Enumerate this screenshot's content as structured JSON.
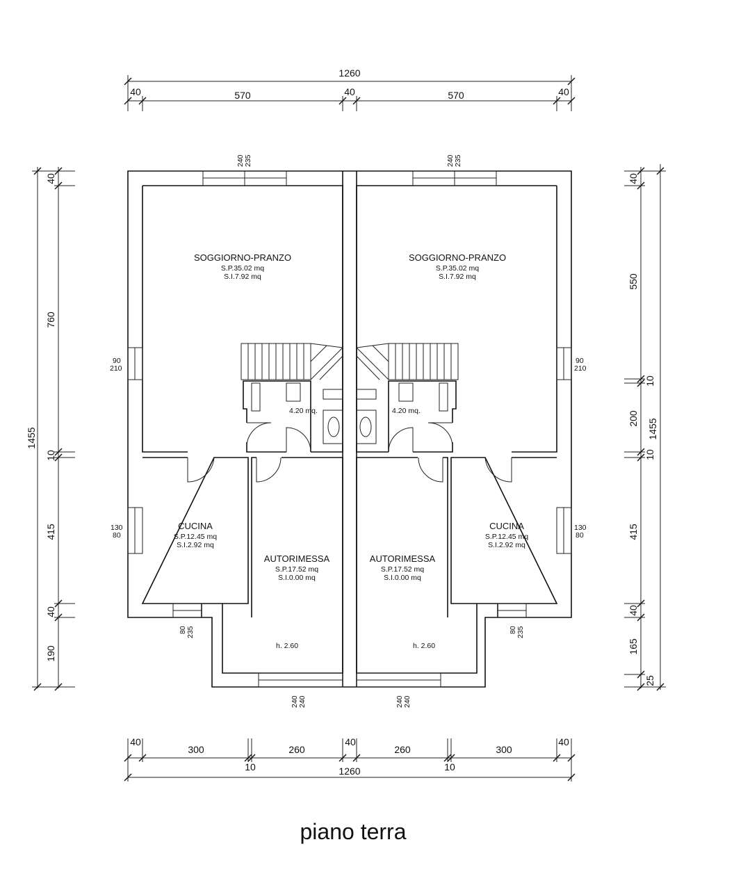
{
  "caption": "piano terra",
  "dims": {
    "top_total": "1260",
    "top_segments": [
      "40",
      "570",
      "40",
      "570",
      "40"
    ],
    "bottom_total": "1260",
    "bottom_segments": [
      "40",
      "300",
      "260",
      "40",
      "260",
      "300",
      "40"
    ],
    "bottom_inner": [
      "10",
      "10"
    ],
    "left_total": "1455",
    "left_segments": [
      "40",
      "760",
      "10",
      "415",
      "40",
      "190"
    ],
    "right_total": "1455",
    "right_segments": [
      "40",
      "550",
      "10",
      "200",
      "10",
      "415",
      "40",
      "165",
      "25"
    ]
  },
  "openings": {
    "top_left": [
      "240",
      "235"
    ],
    "top_right": [
      "240",
      "235"
    ],
    "living_left": [
      "90",
      "210"
    ],
    "living_right": [
      "90",
      "210"
    ],
    "kitchen_left": [
      "130",
      "80"
    ],
    "kitchen_right": [
      "130",
      "80"
    ],
    "kitchen_bottom_left": [
      "80",
      "235"
    ],
    "kitchen_bottom_right": [
      "80",
      "235"
    ],
    "garage_left": [
      "240",
      "240"
    ],
    "garage_right": [
      "240",
      "240"
    ]
  },
  "rooms": {
    "living_left": {
      "name": "SOGGIORNO-PRANZO",
      "sp": "S.P.35.02  mq",
      "si": "S.I.7.92  mq"
    },
    "living_right": {
      "name": "SOGGIORNO-PRANZO",
      "sp": "S.P.35.02  mq",
      "si": "S.I.7.92  mq"
    },
    "kitchen_left": {
      "name": "CUCINA",
      "sp": "S.P.12.45  mq",
      "si": "S.I.2.92  mq"
    },
    "kitchen_right": {
      "name": "CUCINA",
      "sp": "S.P.12.45  mq",
      "si": "S.I.2.92  mq"
    },
    "garage_left": {
      "name": "AUTORIMESSA",
      "sp": "S.P.17.52  mq",
      "si": "S.I.0.00  mq",
      "height": "h. 2.60"
    },
    "garage_right": {
      "name": "AUTORIMESSA",
      "sp": "S.P.17.52  mq",
      "si": "S.I.0.00  mq",
      "height": "h. 2.60"
    },
    "bath_left": {
      "area": "4.20  mq."
    },
    "bath_right": {
      "area": "4.20  mq."
    }
  }
}
